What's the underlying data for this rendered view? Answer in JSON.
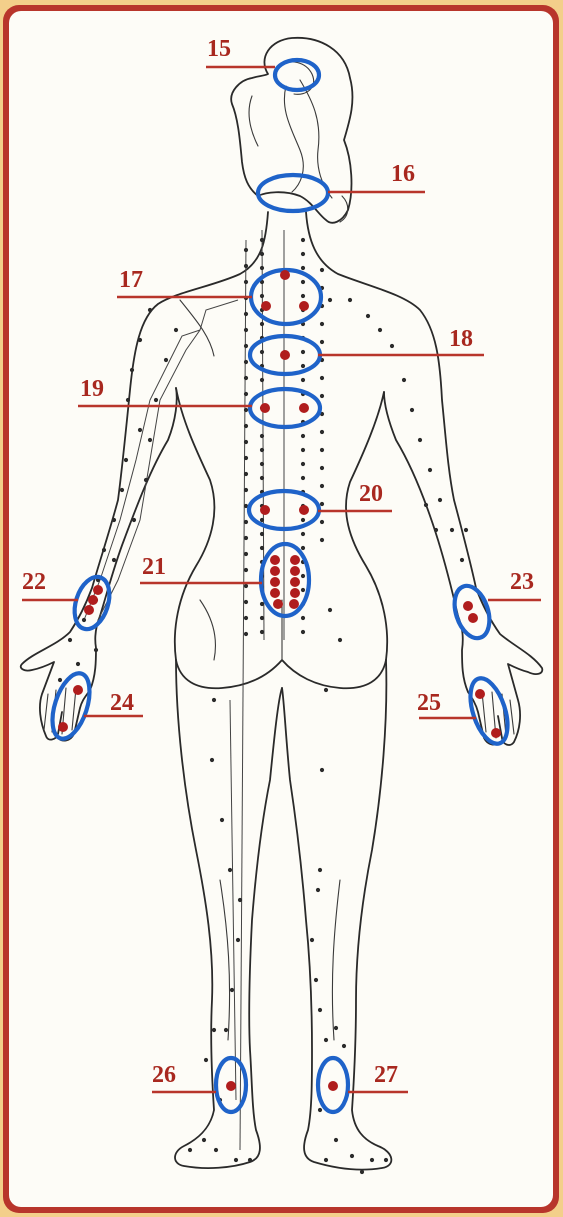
{
  "colors": {
    "frame_border": "#b8352b",
    "page_background": "#f3cf8a",
    "panel_background": "#fdfcf7",
    "marker_ring": "#1f63c9",
    "acupoint": "#b01d1d",
    "label_text": "#a8281f",
    "leader_line": "#b8352b",
    "body_outline": "#2a2a2a"
  },
  "figure": {
    "subject": "female body, back view",
    "icons": [
      "body-outline-icon",
      "meridian-line-icon",
      "acupoint-dot-icon"
    ]
  },
  "markers": [
    {
      "id": "15",
      "label": "15",
      "points": 0
    },
    {
      "id": "16",
      "label": "16",
      "points": 0
    },
    {
      "id": "17",
      "label": "17",
      "points": 3
    },
    {
      "id": "18",
      "label": "18",
      "points": 1
    },
    {
      "id": "19",
      "label": "19",
      "points": 2
    },
    {
      "id": "20",
      "label": "20",
      "points": 2
    },
    {
      "id": "21",
      "label": "21",
      "points": 10
    },
    {
      "id": "22",
      "label": "22",
      "points": 3
    },
    {
      "id": "23",
      "label": "23",
      "points": 2
    },
    {
      "id": "24",
      "label": "24",
      "points": 2
    },
    {
      "id": "25",
      "label": "25",
      "points": 2
    },
    {
      "id": "26",
      "label": "26",
      "points": 1
    },
    {
      "id": "27",
      "label": "27",
      "points": 1
    }
  ]
}
